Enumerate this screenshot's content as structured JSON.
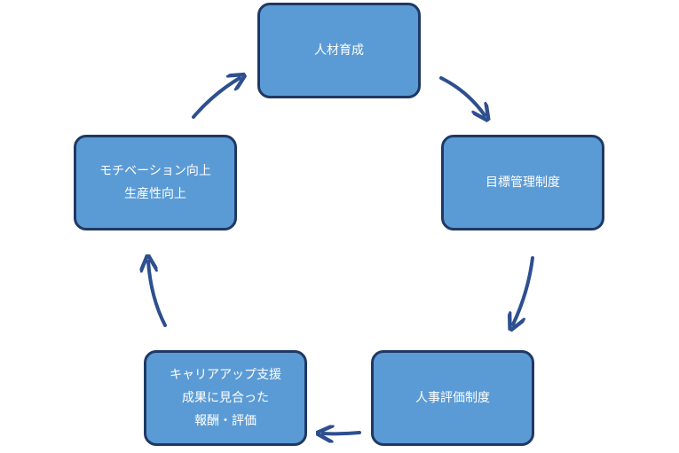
{
  "nodes": {
    "n1": [
      "人材育成"
    ],
    "n2": [
      "目標管理制度"
    ],
    "n3": [
      "人事評価制度"
    ],
    "n4": [
      "キャリアアップ支援",
      "成果に見合った",
      "報酬・評価"
    ],
    "n5": [
      "モチベーション向上",
      "生産性向上"
    ]
  },
  "colors": {
    "box_fill": "#5b9bd5",
    "box_border": "#1f3864",
    "arrow": "#2e4f8f",
    "text": "#ffffff"
  }
}
